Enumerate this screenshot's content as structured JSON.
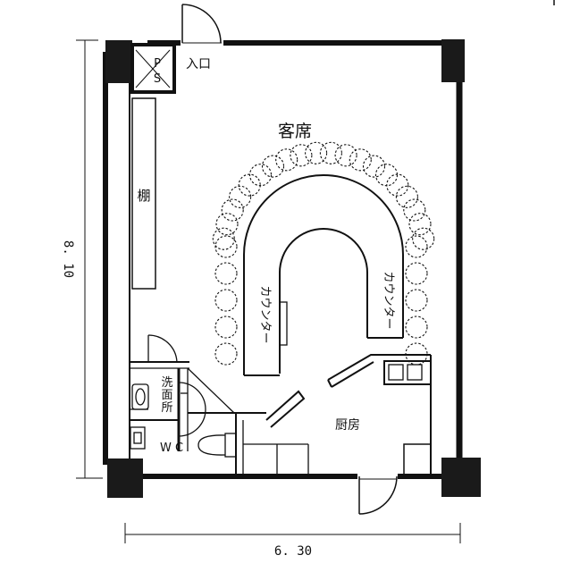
{
  "labels": {
    "seating": "客席",
    "shelf": "棚",
    "entrance": "入口",
    "ps_top": "P",
    "ps_bottom": "S",
    "counter_left": "カウンター",
    "counter_right": "カウンター",
    "washroom": [
      "洗",
      "面",
      "所"
    ],
    "wc": "W C",
    "kitchen": "厨房"
  },
  "dimensions": {
    "width": "6. 30",
    "height": "8. 10"
  },
  "seats": {
    "count": 30
  }
}
